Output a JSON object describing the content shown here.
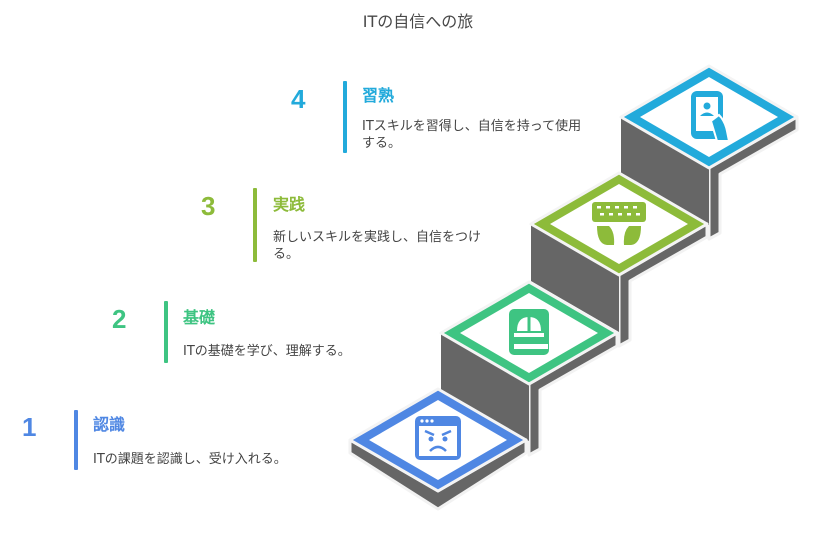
{
  "title": "ITの自信への旅",
  "colors": {
    "step1": "#4F87E3",
    "step2": "#3EC482",
    "step3": "#8DBB3A",
    "step4": "#22AADB",
    "riser": "#666666"
  },
  "steps": [
    {
      "number": "1",
      "title": "認識",
      "description": "ITの課題を認識し、受け入れる。",
      "icon": "frustrated-window-icon"
    },
    {
      "number": "2",
      "title": "基礎",
      "description": "ITの基礎を学び、理解する。",
      "icon": "hardhat-book-icon"
    },
    {
      "number": "3",
      "title": "実践",
      "description": "新しいスキルを実践し、自信をつける。",
      "icon": "typing-hands-keyboard-icon"
    },
    {
      "number": "4",
      "title": "習熟",
      "description": "ITスキルを習得し、自信を持って使用する。",
      "icon": "hand-holding-phone-icon"
    }
  ]
}
